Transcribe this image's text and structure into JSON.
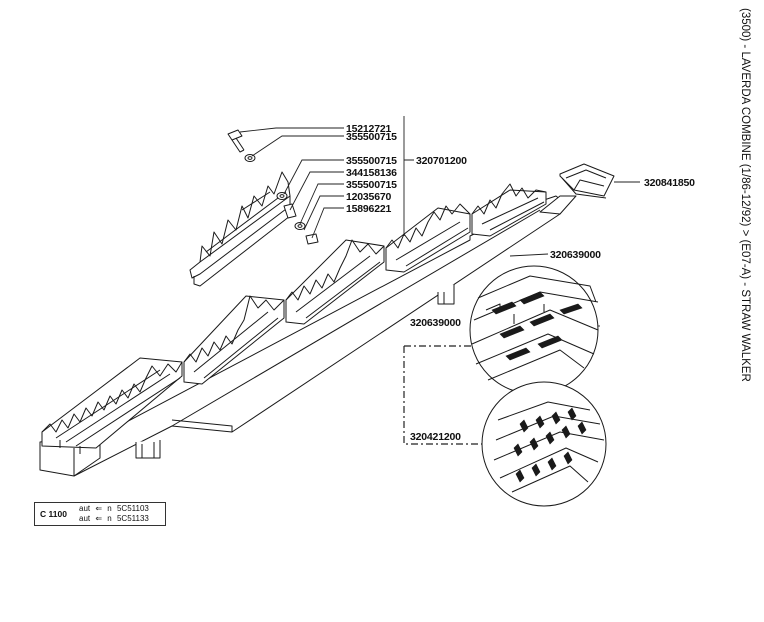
{
  "title": "(3500) - LAVERDA COMBINE (1/86-12/92) > (E07-A) - STRAW WALKER",
  "model_box": {
    "code": "C 1100",
    "rows": [
      {
        "prefix": "aut",
        "arrow": "⇐",
        "n": "n",
        "serial": "5C51103"
      },
      {
        "prefix": "aut",
        "arrow": "⇐",
        "n": "n",
        "serial": "5C51133"
      }
    ]
  },
  "parts": {
    "p15212721": "15212721",
    "p355500715_a": "355500715",
    "p355500715_b": "355500715",
    "p344158136": "344158136",
    "p355500715_c": "355500715",
    "p12035670": "12035670",
    "p15896221": "15896221",
    "p320701200": "320701200",
    "p320841850": "320841850",
    "p320639000_main": "320639000",
    "p320639000_detail": "320639000",
    "p320421200": "320421200"
  }
}
